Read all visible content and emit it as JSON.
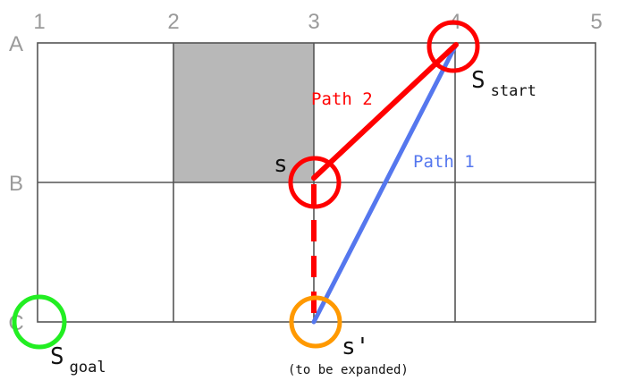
{
  "grid": {
    "columns": [
      "1",
      "2",
      "3",
      "4",
      "5"
    ],
    "rows": [
      "A",
      "B",
      "C"
    ],
    "blocked_cell": {
      "col": "2",
      "row": "A"
    },
    "colors": {
      "line": "#555555",
      "blocked": "#b8b8b8",
      "axis": "#9a9a9a"
    }
  },
  "nodes": {
    "start": {
      "main": "S",
      "sub": "start",
      "color": "#ff0000"
    },
    "s": {
      "label": "s",
      "color": "#ff0000"
    },
    "goal": {
      "main": "S",
      "sub": "goal",
      "color": "#22ee22"
    },
    "s_prime": {
      "label": "s'",
      "note": "(to be expanded)",
      "color": "#ff9900"
    }
  },
  "paths": {
    "path1": {
      "label": "Path 1",
      "color": "#5577ee"
    },
    "path2": {
      "label": "Path 2",
      "color": "#ff0000"
    },
    "dashed_color": "#ff0000"
  }
}
